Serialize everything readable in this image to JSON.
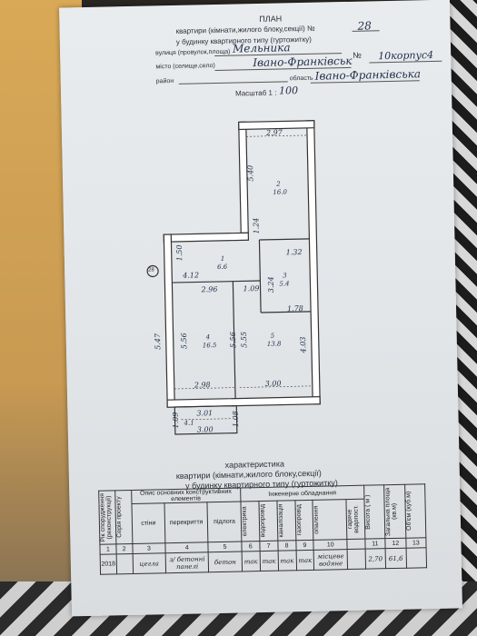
{
  "header": {
    "title": "ПЛАН",
    "line1": "квартири (кімнати,жилого блоку,секції) №",
    "apt_no": "28",
    "line2": "у будинку квартирного типу (гуртожитку)",
    "street_label": "вулиця (провулок,площа)",
    "street_value": "Мельника",
    "no_label": "№",
    "building_no": "10корпус4",
    "city_label": "місто (селище,село)",
    "city_value": "Івано-Франківськ",
    "district_label": "район",
    "oblast_label": "область",
    "oblast_value": "Івано-Франківська",
    "scale_label": "Масштаб 1 :",
    "scale_value": "100"
  },
  "plan": {
    "apt_marker": "28",
    "dims": [
      "2.97",
      "5.40",
      "1.24",
      "1.32",
      "3.24",
      "1.78",
      "4.12",
      "2.96",
      "1.09",
      "1.50",
      "5.47",
      "5.56",
      "5.56",
      "5.55",
      "4.03",
      "2.98",
      "3.00",
      "3.01",
      "3.00",
      "1.09",
      "1.08"
    ],
    "rooms": [
      {
        "num": "2",
        "area": "16.0"
      },
      {
        "num": "1",
        "area": "6.6"
      },
      {
        "num": "3",
        "area": "5.4"
      },
      {
        "num": "4",
        "area": "16.5"
      },
      {
        "num": "5",
        "area": "13.8"
      },
      {
        "num": "",
        "area": "4.1"
      }
    ]
  },
  "characteristics": {
    "title": "характеристика",
    "line1": "квартири (кімнати,жилого блоку,секції)",
    "line2": "у будинку квартирного типу (гуртожитку)"
  },
  "table": {
    "h_year": "Рік спорудження (реконструкції)",
    "h_series": "Серія проекту",
    "h_struct": "Опис основних конструктивних елементів",
    "h_walls": "стіни",
    "h_ceiling": "перекриття",
    "h_floor": "підлога",
    "h_eng": "Інженерне обладнання",
    "h_elec": "електрика",
    "h_water": "водопровід",
    "h_sewer": "каналізація",
    "h_gas": "газопровід",
    "h_heat": "опалення",
    "h_hotwater": "гаряче водопост.",
    "h_height": "Висота ( м )",
    "h_total": "Загальна площа (кв.м)",
    "h_volume": "Об'єм (куб.м)",
    "nums": [
      "1",
      "2",
      "3",
      "4",
      "5",
      "6",
      "7",
      "8",
      "9",
      "10",
      "11",
      "12",
      "13"
    ],
    "row": {
      "year": "2018",
      "series": "",
      "walls": "цегла",
      "ceiling": "з/ бетонні панелі",
      "floor": "бетон",
      "elec": "так",
      "water": "так",
      "sewer": "так",
      "gas": "так",
      "heat": "місцеве водяне",
      "height": "2,70",
      "total": "61,6",
      "volume": ""
    }
  }
}
